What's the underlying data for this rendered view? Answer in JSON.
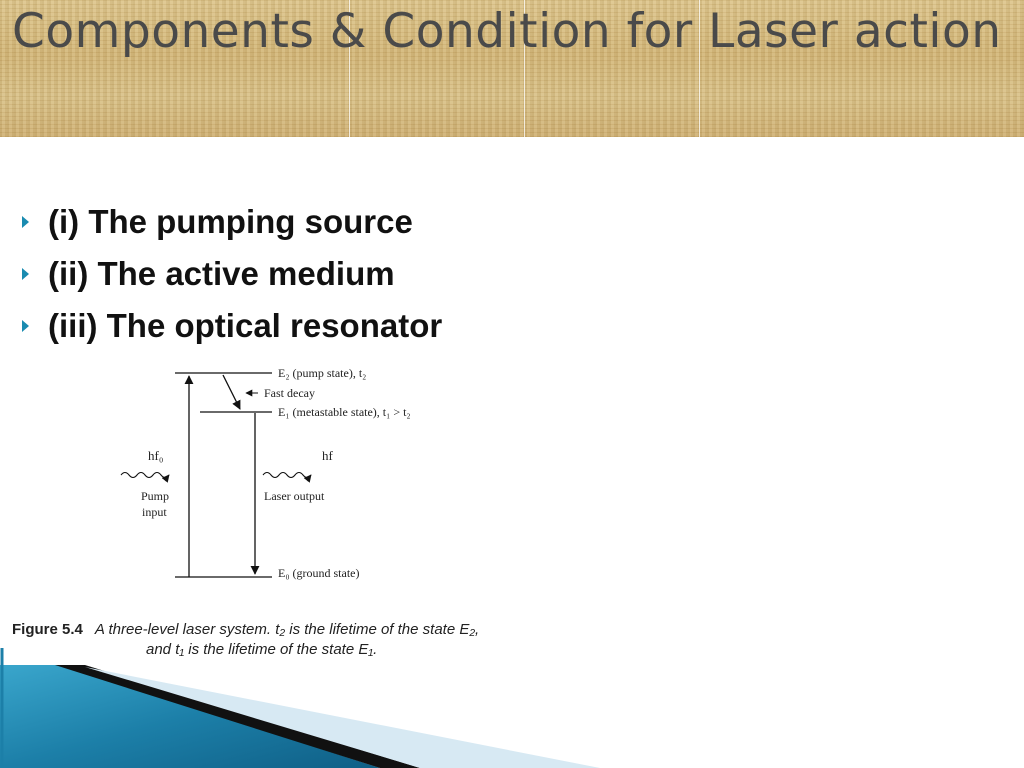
{
  "slide": {
    "title": "Components & Condition for Laser action",
    "bullets": [
      "(i) The pumping source",
      "(ii) The active medium",
      "(iii) The optical resonator"
    ]
  },
  "diagram": {
    "labels": {
      "e2": "E₂ (pump state), t₂",
      "fast_decay": "Fast decay",
      "e1": "E₁ (metastable state), t₁ > t₂",
      "pump_hf": "hf₀",
      "pump_input_1": "Pump",
      "pump_input_2": "input",
      "laser_hf": "hf",
      "laser_output": "Laser output",
      "e0": "E₀ (ground state)"
    }
  },
  "caption": {
    "label": "Figure 5.4",
    "line1": "A three-level laser system. t₂ is the lifetime of the state E₂,",
    "line2": "and t₁ is the lifetime of the state E₁."
  },
  "colors": {
    "title_text": "#4a4a4a",
    "bullet_arrow": "#1a8bb0",
    "accent_blue": "#1f86b0"
  }
}
